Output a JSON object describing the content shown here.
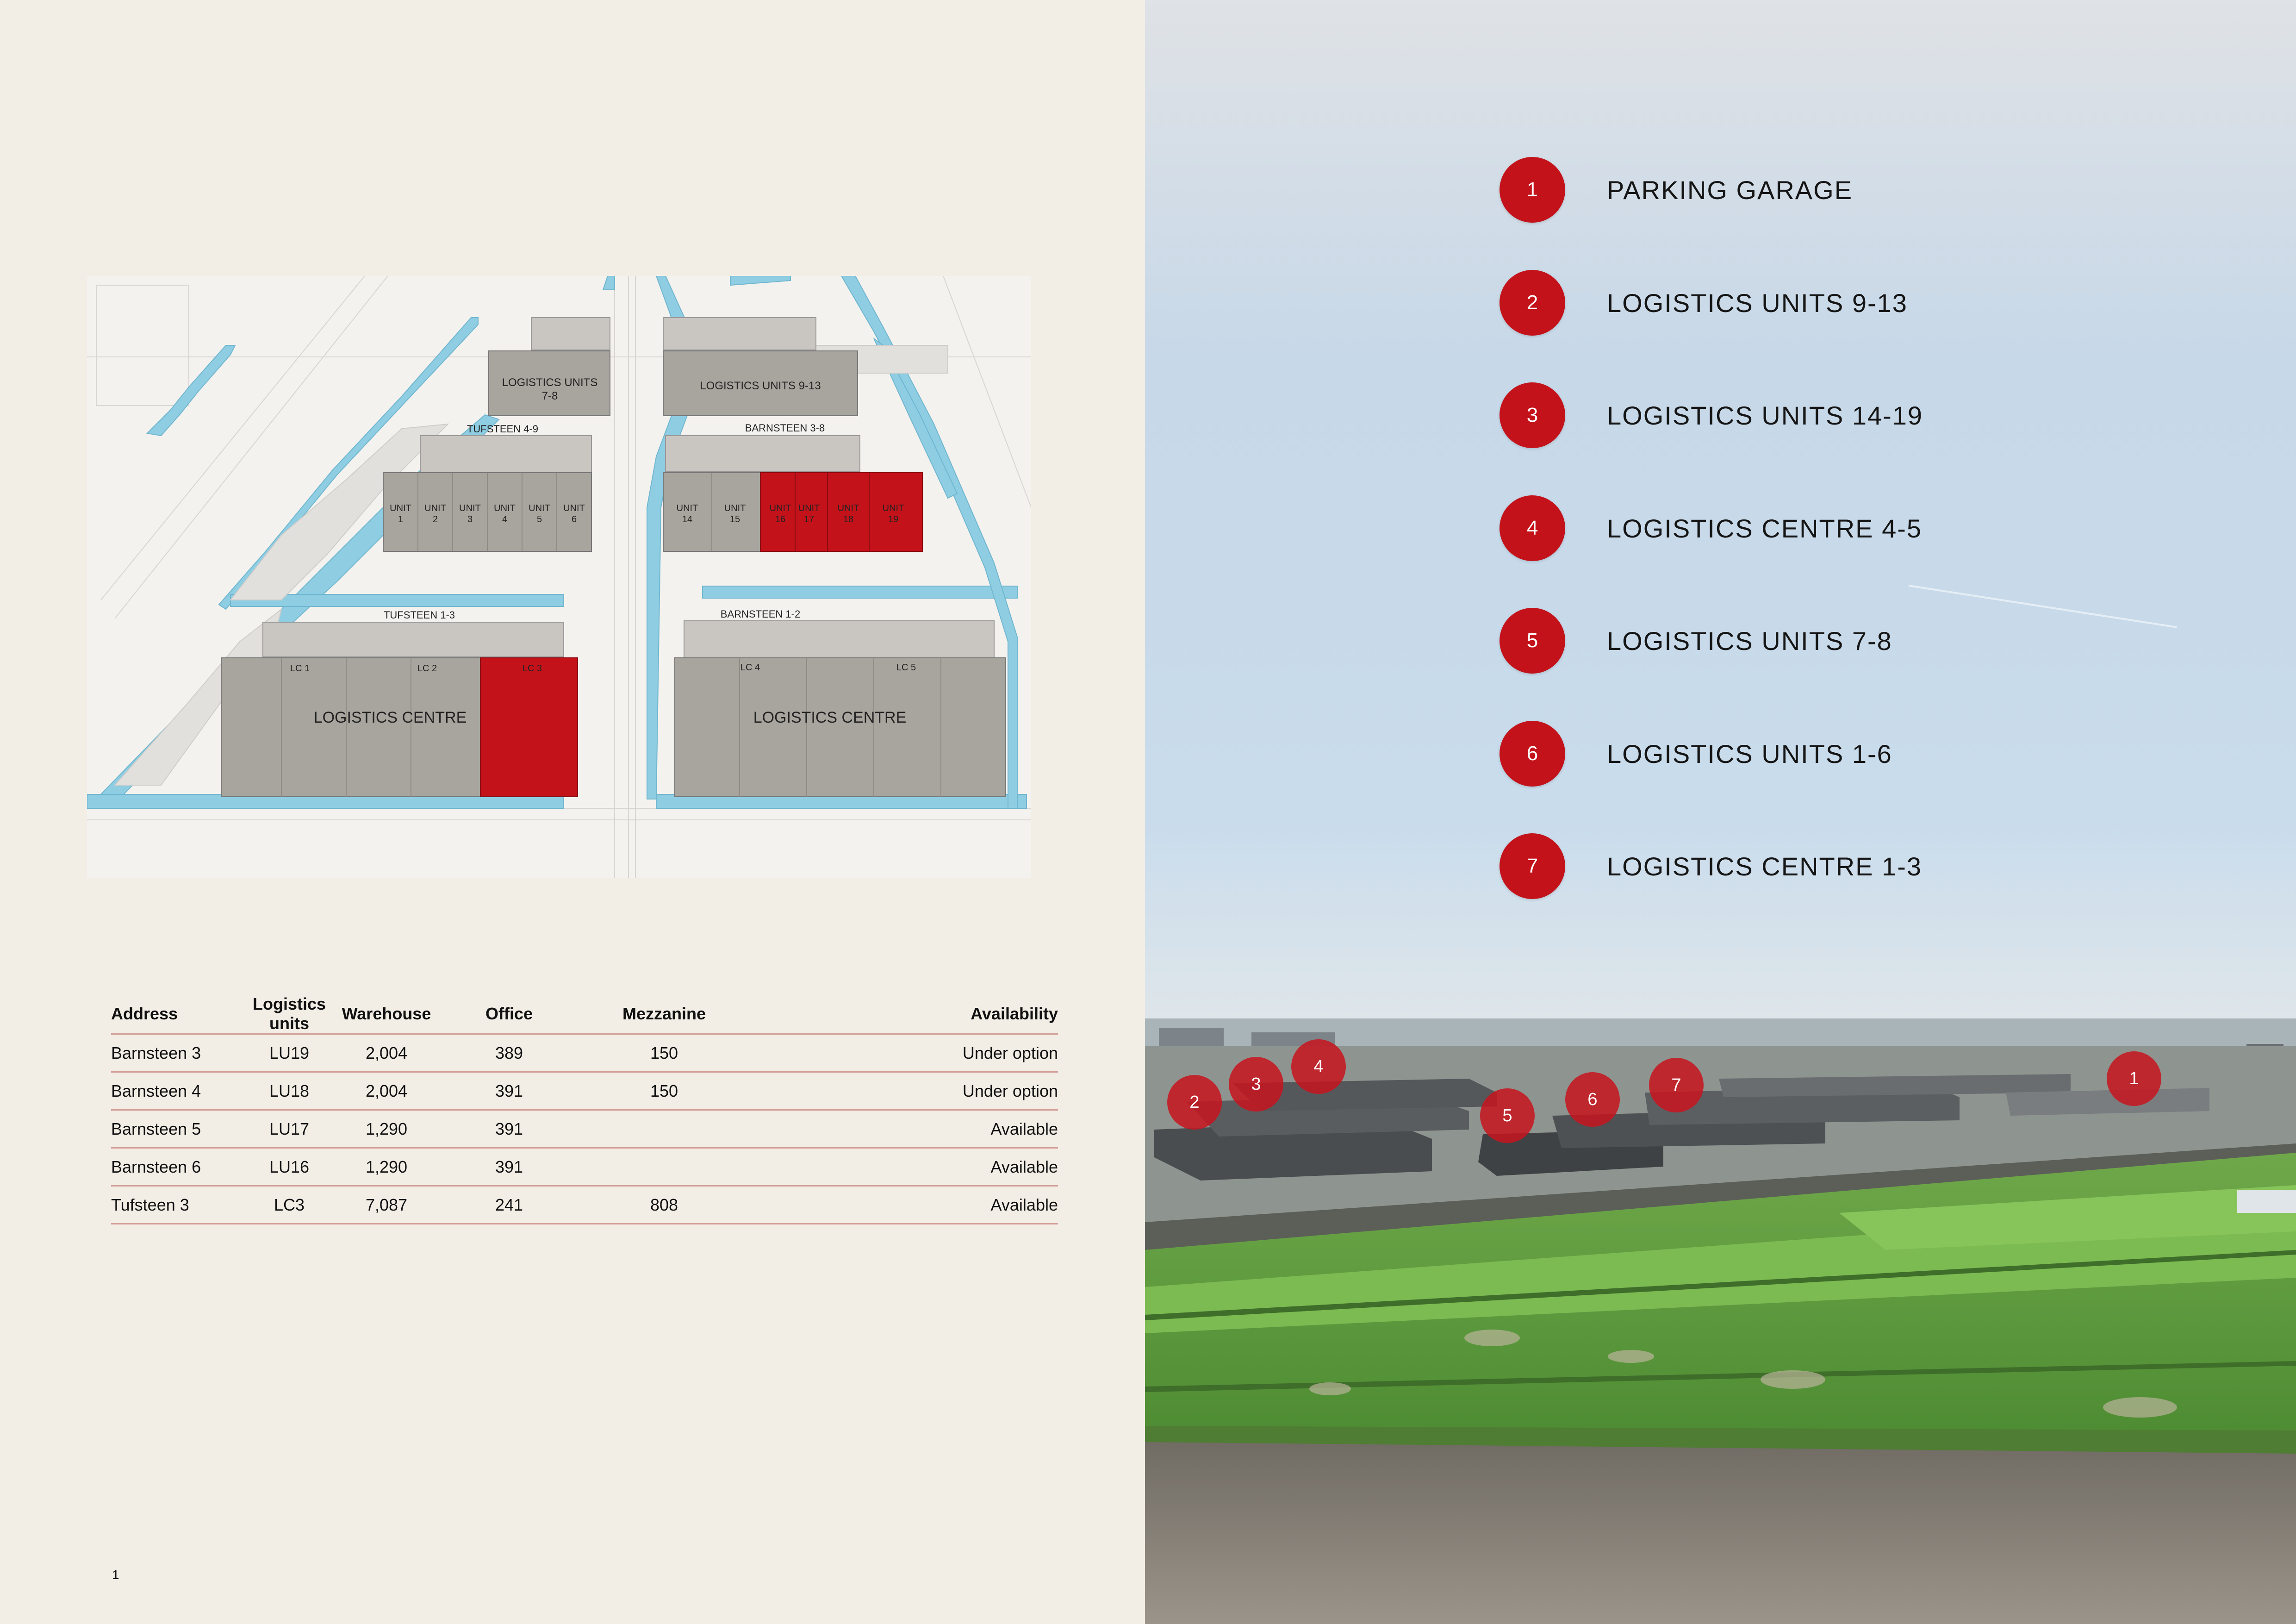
{
  "site_plan": {
    "labels": {
      "lu_7_8_line1": "LOGISTICS UNITS",
      "lu_7_8_line2": "7-8",
      "lu_9_13": "LOGISTICS UNITS 9-13",
      "tufsteen_4_9": "TUFSTEEN 4-9",
      "barnsteen_3_8": "BARNSTEEN 3-8",
      "tufsteen_1_3": "TUFSTEEN 1-3",
      "barnsteen_1_2": "BARNSTEEN 1-2",
      "lc1": "LC 1",
      "lc2": "LC 2",
      "lc3": "LC 3",
      "lc4": "LC 4",
      "lc5": "LC 5",
      "lc_left": "LOGISTICS CENTRE",
      "lc_right": "LOGISTICS CENTRE"
    },
    "left_units": [
      {
        "word": "UNIT",
        "num": "1",
        "highlight": false
      },
      {
        "word": "UNIT",
        "num": "2",
        "highlight": false
      },
      {
        "word": "UNIT",
        "num": "3",
        "highlight": false
      },
      {
        "word": "UNIT",
        "num": "4",
        "highlight": false
      },
      {
        "word": "UNIT",
        "num": "5",
        "highlight": false
      },
      {
        "word": "UNIT",
        "num": "6",
        "highlight": false
      }
    ],
    "right_units": [
      {
        "word": "UNIT",
        "num": "14",
        "highlight": false
      },
      {
        "word": "UNIT",
        "num": "15",
        "highlight": false
      },
      {
        "word": "UNIT",
        "num": "16",
        "highlight": true
      },
      {
        "word": "UNIT",
        "num": "17",
        "highlight": true
      },
      {
        "word": "UNIT",
        "num": "18",
        "highlight": true
      },
      {
        "word": "UNIT",
        "num": "19",
        "highlight": true
      }
    ],
    "colors": {
      "highlight": "#c4121a",
      "building": "#a8a49e",
      "water": "#8fcde3",
      "roof": "#c9c6c1"
    }
  },
  "table": {
    "headers": [
      "Address",
      "Logistics units",
      "Warehouse",
      "Office",
      "Mezzanine",
      "Availability"
    ],
    "rows": [
      [
        "Barnsteen 3",
        "LU19",
        "2,004",
        "389",
        "150",
        "Under option"
      ],
      [
        "Barnsteen 4",
        "LU18",
        "2,004",
        "391",
        "150",
        "Under option"
      ],
      [
        "Barnsteen 5",
        "LU17",
        "1,290",
        "391",
        "",
        "Available"
      ],
      [
        "Barnsteen 6",
        "LU16",
        "1,290",
        "391",
        "",
        "Available"
      ],
      [
        "Tufsteen 3",
        "LC3",
        "7,087",
        "241",
        "808",
        "Available"
      ]
    ]
  },
  "page_number": "1",
  "legend": [
    {
      "num": "1",
      "label": "PARKING GARAGE"
    },
    {
      "num": "2",
      "label": "LOGISTICS UNITS 9-13"
    },
    {
      "num": "3",
      "label": "LOGISTICS UNITS 14-19"
    },
    {
      "num": "4",
      "label": "LOGISTICS CENTRE 4-5"
    },
    {
      "num": "5",
      "label": "LOGISTICS UNITS 7-8"
    },
    {
      "num": "6",
      "label": "LOGISTICS UNITS 1-6"
    },
    {
      "num": "7",
      "label": "LOGISTICS CENTRE 1-3"
    }
  ],
  "photo_markers": [
    "2",
    "3",
    "4",
    "5",
    "6",
    "7",
    "1"
  ],
  "accent_color": "#c4121a"
}
